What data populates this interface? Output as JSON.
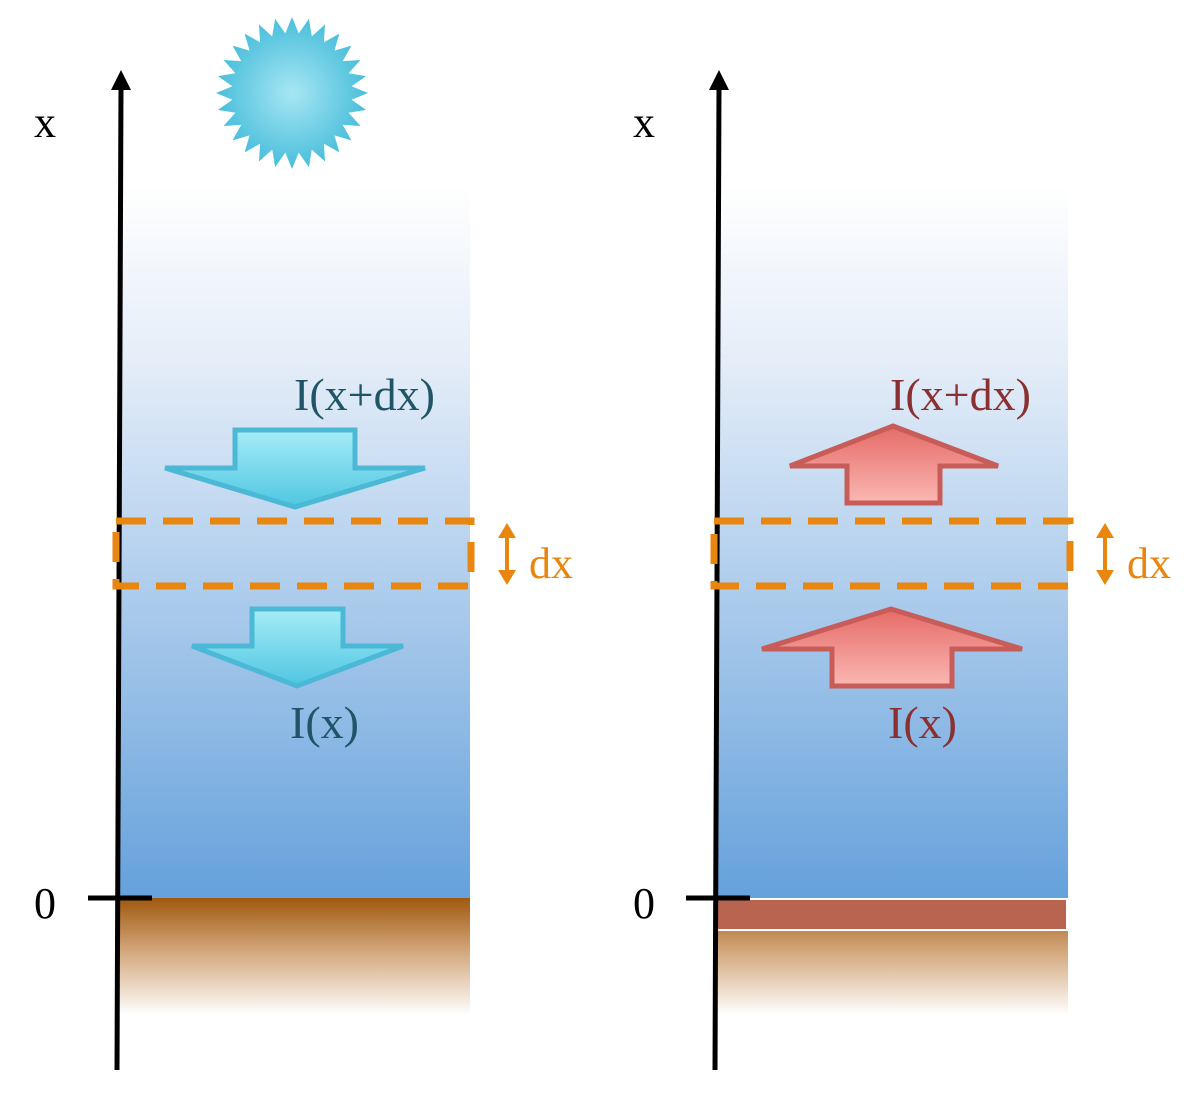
{
  "colors": {
    "sky_top": "#ffffff",
    "sky_bottom": "#65a1dc",
    "ground_top": "#a0580f",
    "ground_bottom": "#ffffff",
    "sun": "#4fc3de",
    "blue_arrow_fill": "#5ccde6",
    "blue_arrow_stroke": "#4bb9d5",
    "blue_text": "#1f5566",
    "red_arrow_fill": "#ee7a76",
    "red_arrow_stroke": "#c85c58",
    "red_text": "#8a3030",
    "layer_dash": "#e8860f",
    "surface_bar": "#b86450",
    "axis": "#000000"
  },
  "left_panel": {
    "axis_label": "x",
    "origin_label": "0",
    "upper_flux_label": "I(x+dx)",
    "lower_flux_label": "I(x)",
    "layer_label": "dx"
  },
  "right_panel": {
    "axis_label": "x",
    "origin_label": "0",
    "upper_flux_label": "I(x+dx)",
    "lower_flux_label": "I(x)",
    "layer_label": "dx"
  }
}
